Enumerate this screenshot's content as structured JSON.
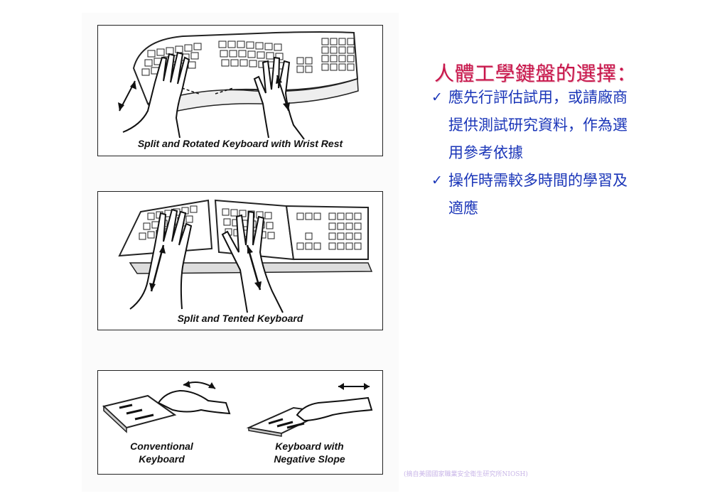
{
  "figure": {
    "panel1_caption": "Split and Rotated Keyboard with Wrist Rest",
    "panel2_caption": "Split and Tented Keyboard",
    "panel3_left_caption_line1": "Conventional",
    "panel3_left_caption_line2": "Keyboard",
    "panel3_right_caption_line1": "Keyboard with",
    "panel3_right_caption_line2": "Negative Slope"
  },
  "source_note": "(摘自美國國家職業安全衛生研究所NIOSH)",
  "title": "人體工學鍵盤的選擇：",
  "bullets": [
    {
      "icon": "check-icon",
      "lines": [
        "應先行評估試用，或請廠商",
        "提供測試研究資料，作為選",
        "用參考依據"
      ]
    },
    {
      "icon": "check-icon",
      "lines": [
        "操作時需較多時間的學習及",
        "適應"
      ]
    }
  ],
  "colors": {
    "title": "#c8154a",
    "bullet_text": "#1a35b8",
    "source_note": "#c9b6e8"
  }
}
